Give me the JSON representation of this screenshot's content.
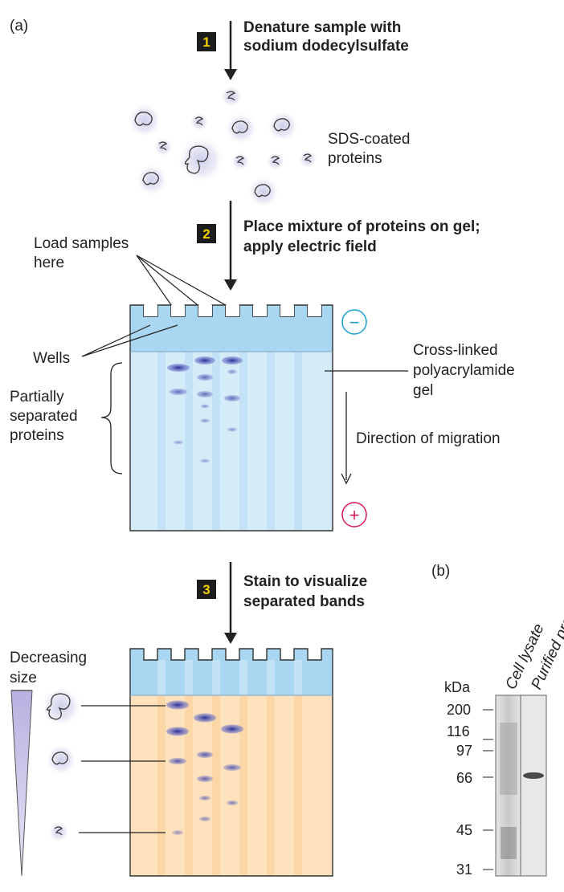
{
  "panel_a": {
    "label": "(a)",
    "step1": {
      "number": "1",
      "line1": "Denature sample with",
      "line2": "sodium dodecylsulfate"
    },
    "sds_label": {
      "line1": "SDS-coated",
      "line2": "proteins"
    },
    "step2": {
      "number": "2",
      "line1": "Place mixture of proteins on gel;",
      "line2": "apply electric field"
    },
    "load_label": {
      "line1": "Load samples",
      "line2": "here"
    },
    "wells_label": "Wells",
    "partial_label": {
      "line1": "Partially",
      "line2": "separated",
      "line3": "proteins"
    },
    "gel_label": {
      "line1": "Cross-linked",
      "line2": "polyacrylamide",
      "line3": "gel"
    },
    "direction_label": "Direction of migration",
    "minus_symbol": "−",
    "plus_symbol": "+",
    "step3": {
      "number": "3",
      "line1": "Stain to visualize",
      "line2": "separated bands"
    },
    "decreasing_label": {
      "line1": "Decreasing",
      "line2": "size"
    }
  },
  "panel_b": {
    "label": "(b)",
    "kda_label": "kDa",
    "lane1_label": "Cell lysate",
    "lane2_label": "Purified protein",
    "ticks": [
      "200",
      "116",
      "97",
      "66",
      "45",
      "31"
    ]
  },
  "colors": {
    "gel_top": "#a9d6f0",
    "gel_body": "#d4ebf8",
    "stained_gel": "#fde2bd",
    "band": "#3a3ea8",
    "number_box": "#1c1c1c",
    "number_text": "#f5d000",
    "minus_circle": "#1a9fd0",
    "plus_circle": "#d81b60"
  }
}
